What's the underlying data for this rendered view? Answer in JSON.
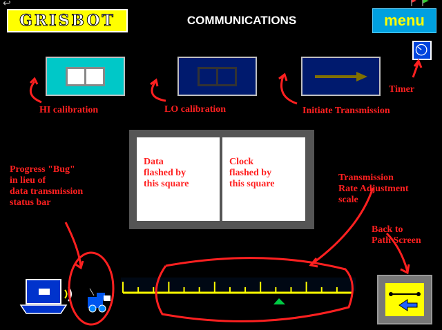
{
  "header": {
    "logo_text": "GRISBOT",
    "title": "COMMUNICATIONS",
    "menu_label": "menu"
  },
  "controls": {
    "hi_calibration": "HI calibration",
    "lo_calibration": "LO calibration",
    "initiate_transmission": "Initiate Transmission",
    "timer": "Timer"
  },
  "flash_area": {
    "data_square": "Data\nflashed by\nthis square",
    "clock_square": "Clock\nflashed by\nthis square"
  },
  "annotations": {
    "progress_bug": "Progress \"Bug\"\nin lieu of\ndata transmission\nstatus bar",
    "rate_scale": "Transmission\nRate Adjustment\nscale",
    "back_to_path": "Back to\nPath Screen"
  },
  "colors": {
    "annotation": "#ff2020",
    "scale": "#ffff00",
    "slider_marker": "#00cc44",
    "menu_bg": "#00a0e0"
  },
  "icons": {
    "back": "back-arrow-icon",
    "flags": "flags-icon",
    "timer": "compass-clock-icon",
    "computer": "laptop-icon",
    "bug": "robot-bug-icon",
    "path": "arrow-left-icon"
  }
}
